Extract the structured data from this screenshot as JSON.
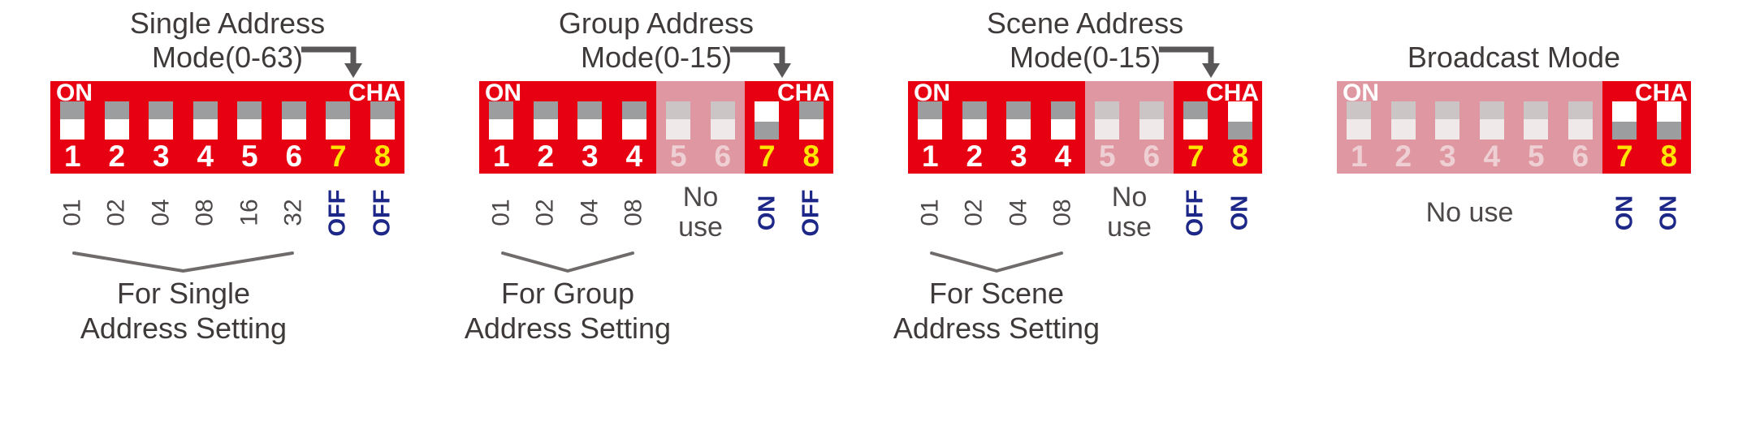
{
  "colors": {
    "panel_red": "#e60012",
    "faded_red": "#df98a1",
    "switch_track": "#9c9d9e",
    "switch_handle": "#ffffff",
    "number_white": "#ffffff",
    "number_yellow": "#ffe400",
    "blue_label": "#1d2788",
    "text_dark": "#3e3a39",
    "arrow_gray": "#595757"
  },
  "panels": [
    {
      "id": "single-address-mode",
      "title_lines": [
        "Single Address",
        "Mode(0-63)"
      ],
      "has_arrow": true,
      "on_label": "ON",
      "cha_label": "CHA",
      "switches": [
        {
          "num": "1",
          "state": "off",
          "faded": false,
          "label": "01",
          "label_color": "gray"
        },
        {
          "num": "2",
          "state": "off",
          "faded": false,
          "label": "02",
          "label_color": "gray"
        },
        {
          "num": "3",
          "state": "off",
          "faded": false,
          "label": "04",
          "label_color": "gray"
        },
        {
          "num": "4",
          "state": "off",
          "faded": false,
          "label": "08",
          "label_color": "gray"
        },
        {
          "num": "5",
          "state": "off",
          "faded": false,
          "label": "16",
          "label_color": "gray"
        },
        {
          "num": "6",
          "state": "off",
          "faded": false,
          "label": "32",
          "label_color": "gray"
        },
        {
          "num": "7",
          "state": "off",
          "faded": false,
          "label": "OFF",
          "label_color": "blue"
        },
        {
          "num": "8",
          "state": "off",
          "faded": false,
          "label": "OFF",
          "label_color": "blue"
        }
      ],
      "no_use": null,
      "bracket": {
        "from": 1,
        "to": 6
      },
      "caption_lines": [
        "For Single",
        "Address Setting"
      ]
    },
    {
      "id": "group-address-mode",
      "title_lines": [
        "Group Address",
        "Mode(0-15)"
      ],
      "has_arrow": true,
      "on_label": "ON",
      "cha_label": "CHA",
      "switches": [
        {
          "num": "1",
          "state": "off",
          "faded": false,
          "label": "01",
          "label_color": "gray"
        },
        {
          "num": "2",
          "state": "off",
          "faded": false,
          "label": "02",
          "label_color": "gray"
        },
        {
          "num": "3",
          "state": "off",
          "faded": false,
          "label": "04",
          "label_color": "gray"
        },
        {
          "num": "4",
          "state": "off",
          "faded": false,
          "label": "08",
          "label_color": "gray"
        },
        {
          "num": "5",
          "state": "off",
          "faded": true,
          "label": null,
          "label_color": null
        },
        {
          "num": "6",
          "state": "off",
          "faded": true,
          "label": null,
          "label_color": null
        },
        {
          "num": "7",
          "state": "on",
          "faded": false,
          "label": "ON",
          "label_color": "blue"
        },
        {
          "num": "8",
          "state": "off",
          "faded": false,
          "label": "OFF",
          "label_color": "blue"
        }
      ],
      "no_use": {
        "from": 5,
        "to": 6,
        "lines": [
          "No",
          "use"
        ]
      },
      "bracket": {
        "from": 1,
        "to": 4
      },
      "caption_lines": [
        "For Group",
        "Address Setting"
      ]
    },
    {
      "id": "scene-address-mode",
      "title_lines": [
        "Scene Address",
        "Mode(0-15)"
      ],
      "has_arrow": true,
      "on_label": "ON",
      "cha_label": "CHA",
      "switches": [
        {
          "num": "1",
          "state": "off",
          "faded": false,
          "label": "01",
          "label_color": "gray"
        },
        {
          "num": "2",
          "state": "off",
          "faded": false,
          "label": "02",
          "label_color": "gray"
        },
        {
          "num": "3",
          "state": "off",
          "faded": false,
          "label": "04",
          "label_color": "gray"
        },
        {
          "num": "4",
          "state": "off",
          "faded": false,
          "label": "08",
          "label_color": "gray"
        },
        {
          "num": "5",
          "state": "off",
          "faded": true,
          "label": null,
          "label_color": null
        },
        {
          "num": "6",
          "state": "off",
          "faded": true,
          "label": null,
          "label_color": null
        },
        {
          "num": "7",
          "state": "off",
          "faded": false,
          "label": "OFF",
          "label_color": "blue"
        },
        {
          "num": "8",
          "state": "on",
          "faded": false,
          "label": "ON",
          "label_color": "blue"
        }
      ],
      "no_use": {
        "from": 5,
        "to": 6,
        "lines": [
          "No",
          "use"
        ]
      },
      "bracket": {
        "from": 1,
        "to": 4
      },
      "caption_lines": [
        "For Scene",
        "Address Setting"
      ]
    },
    {
      "id": "broadcast-mode",
      "title_lines": [
        "Broadcast Mode"
      ],
      "has_arrow": false,
      "on_label": "ON",
      "cha_label": "CHA",
      "switches": [
        {
          "num": "1",
          "state": "off",
          "faded": true,
          "label": null,
          "label_color": null
        },
        {
          "num": "2",
          "state": "off",
          "faded": true,
          "label": null,
          "label_color": null
        },
        {
          "num": "3",
          "state": "off",
          "faded": true,
          "label": null,
          "label_color": null
        },
        {
          "num": "4",
          "state": "off",
          "faded": true,
          "label": null,
          "label_color": null
        },
        {
          "num": "5",
          "state": "off",
          "faded": true,
          "label": null,
          "label_color": null
        },
        {
          "num": "6",
          "state": "off",
          "faded": true,
          "label": null,
          "label_color": null
        },
        {
          "num": "7",
          "state": "on",
          "faded": false,
          "label": "ON",
          "label_color": "blue"
        },
        {
          "num": "8",
          "state": "on",
          "faded": false,
          "label": "ON",
          "label_color": "blue"
        }
      ],
      "no_use": {
        "from": 1,
        "to": 6,
        "lines": [
          "No use"
        ]
      },
      "bracket": null,
      "caption_lines": null
    }
  ]
}
